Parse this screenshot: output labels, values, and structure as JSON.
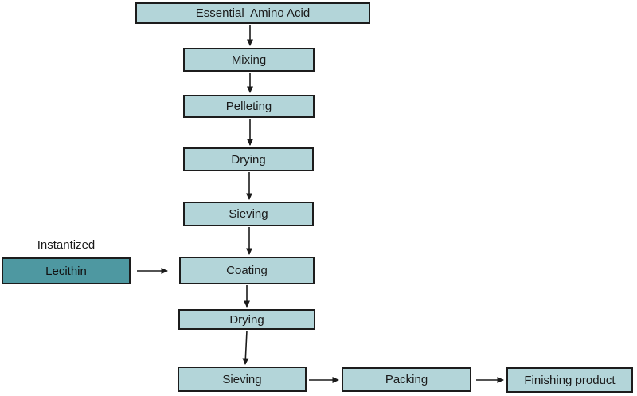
{
  "flow": {
    "main": [
      {
        "id": "essential-amino-acid",
        "label": "Essential  Amino Acid"
      },
      {
        "id": "mixing",
        "label": "Mixing"
      },
      {
        "id": "pelleting",
        "label": "Pelleting"
      },
      {
        "id": "drying-1",
        "label": "Drying"
      },
      {
        "id": "sieving-1",
        "label": "Sieving"
      },
      {
        "id": "coating",
        "label": "Coating"
      },
      {
        "id": "drying-2",
        "label": "Drying"
      },
      {
        "id": "sieving-2",
        "label": "Sieving"
      },
      {
        "id": "packing",
        "label": "Packing"
      },
      {
        "id": "finishing-product",
        "label": "Finishing product"
      }
    ],
    "side_input": {
      "caption": "Instantized",
      "label": "Lecithin"
    }
  },
  "colors": {
    "node_fill": "#b3d5d9",
    "node_border": "#1c1c1c",
    "side_input_fill": "#4e98a1",
    "arrow": "#1a1a1a",
    "background": "#ffffff"
  }
}
